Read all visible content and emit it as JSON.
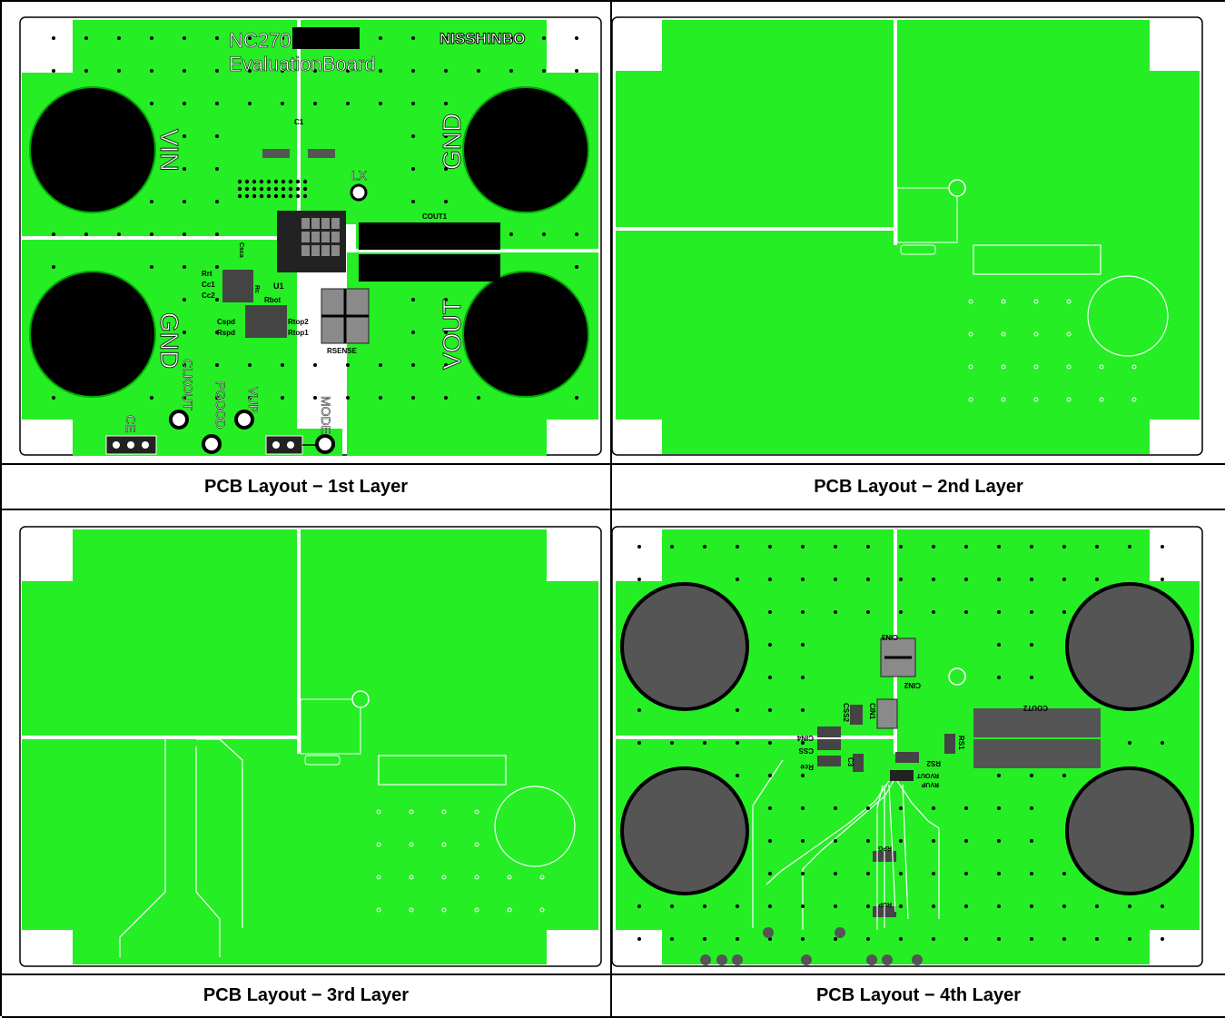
{
  "colors": {
    "copper": "#25ee25",
    "pad_dark": "#000000",
    "pad_grey": "#555555",
    "silk": "#ffffff",
    "component_grey": "#8a8a8a"
  },
  "captions": {
    "layer1": "PCB Layout − 1st Layer",
    "layer2": "PCB Layout − 2nd Layer",
    "layer3": "PCB Layout − 3rd Layer",
    "layer4": "PCB Layout − 4th Layer"
  },
  "layer1": {
    "title_line1": "NC270",
    "title_line2": "EvaluationBoard",
    "logo": "NISSHINBO",
    "terminals": {
      "vin": "VIN",
      "gnd_top": "GND",
      "gnd_bottom": "GND",
      "vout": "VOUT"
    },
    "test_points": {
      "lx": "LX",
      "clkout": "CLKOUT",
      "pgood": "PGOOD",
      "vup": "VUP",
      "mode": "MODE",
      "ce": "CE"
    },
    "components": {
      "c1": "C1",
      "cout1": "COUT1",
      "rsense": "RSENSE",
      "u1": "U1",
      "rrt": "Rrt",
      "cc1": "Cc1",
      "cc2": "Cc2",
      "rc": "Rc",
      "rbot": "Rbot",
      "cspd": "Cspd",
      "rspd": "Rspd",
      "rtop2": "Rtop2",
      "rtop1": "Rtop1",
      "csca": "Csca"
    }
  },
  "layer4": {
    "components": {
      "cin3": "CIN3",
      "cin2": "CIN2",
      "cin1": "CIN1",
      "cin4": "CIN4",
      "css": "CSS",
      "css2": "CSS2",
      "rce": "Rce",
      "c3": "C3",
      "rs2": "RS2",
      "rs1": "RS1",
      "cout2": "COUT2",
      "rvout": "RVOUT",
      "rvup": "RVUP",
      "rpg": "RPG",
      "rup": "RUP"
    }
  }
}
